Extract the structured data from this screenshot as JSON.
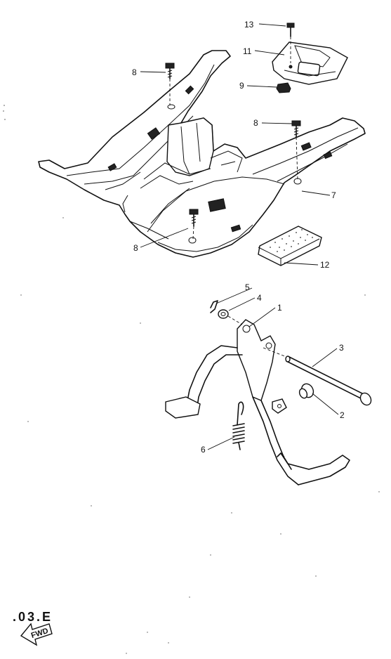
{
  "labels": {
    "p1": "1",
    "p2": "2",
    "p3": "3",
    "p4": "4",
    "p5": "5",
    "p6": "6",
    "p7": "7",
    "p8a": "8",
    "p8b": "8",
    "p8c": "8",
    "p9": "9",
    "p11": "11",
    "p12": "12",
    "p13": "13"
  },
  "page_code": ".03.E",
  "fwd_label": "FWD"
}
